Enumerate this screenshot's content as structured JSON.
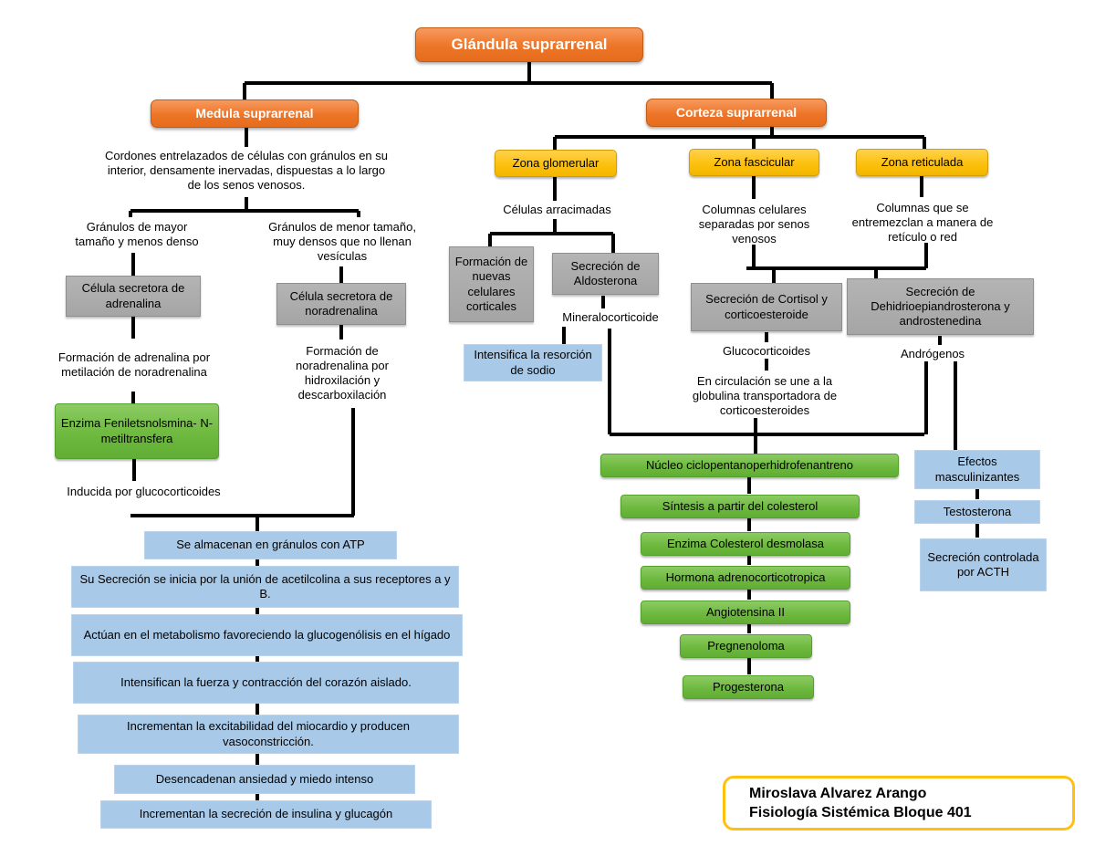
{
  "title": "Glándula suprarrenal",
  "medula": {
    "title": "Medula suprarrenal",
    "desc": "Cordones entrelazados de células con gránulos en su interior, densamente inervadas, dispuestas a lo largo de los senos venosos.",
    "granulos_mayor": "Gránulos de mayor tamaño y menos denso",
    "granulos_menor": "Gránulos de menor tamaño, muy densos que no llenan vesículas",
    "celula_adrenalina": "Célula secretora de adrenalina",
    "celula_noradrenalina": "Célula secretora de noradrenalina",
    "formacion_adrenalina": "Formación de adrenalina por metilación de noradrenalina",
    "formacion_noradrenalina": "Formación de noradrenalina por hidroxilación y descarboxilación",
    "enzima": "Enzima Feniletsnolsmina- N- metiltransfera",
    "inducida": "Inducida por glucocorticoides",
    "efectos": [
      "Se almacenan en gránulos con ATP",
      "Su Secreción se inicia por la unión de acetilcolina a sus receptores a y B.",
      "Actúan en el metabolismo favoreciendo la glucogenólisis en el hígado",
      "Intensifican la fuerza y contracción del corazón aislado.",
      "Incrementan la excitabilidad del miocardio y producen vasoconstricción.",
      "Desencadenan ansiedad y miedo intenso",
      "Incrementan la secreción de insulina y glucagón"
    ]
  },
  "corteza": {
    "title": "Corteza suprarrenal",
    "glomerular": {
      "title": "Zona glomerular",
      "desc": "Células arracimadas",
      "formacion": "Formación de nuevas celulares corticales",
      "secrecion": "Secreción de Aldosterona",
      "tipo": "Mineralocorticoide",
      "efecto": "Intensifica la resorción de sodio"
    },
    "fascicular": {
      "title": "Zona fascicular",
      "desc": "Columnas celulares separadas por senos venosos",
      "secrecion": "Secreción de Cortisol y corticoesteroide",
      "tipo": "Glucocorticoides",
      "circulacion": "En circulación se une a la globulina transportadora de corticoesteroides"
    },
    "reticulada": {
      "title": "Zona reticulada",
      "desc": "Columnas que se entremezclan a manera de retículo o red",
      "secrecion": "Secreción de Dehidrioepiandrosterona y androstenedina",
      "tipo": "Andrógenos",
      "efectos": [
        "Efectos masculinizantes",
        "Testosterona",
        "Secreción controlada por ACTH"
      ]
    },
    "sintesis": [
      "Núcleo ciclopentanoperhidrofenantreno",
      "Síntesis a partir del colesterol",
      "Enzima Colesterol desmolasa",
      "Hormona adrenocorticotropica",
      "Angiotensina II",
      "Pregnenoloma",
      "Progesterona"
    ]
  },
  "credit": {
    "line1": "Miroslava Alvarez Arango",
    "line2": "Fisiología Sistémica Bloque 401"
  },
  "colors": {
    "orange": "#ed7527",
    "yellow": "#fcbf0a",
    "gray": "#a5a5a5",
    "green": "#6cb83d",
    "blue": "#a8cae8",
    "line": "#000000",
    "credit_border": "#ffc012"
  }
}
